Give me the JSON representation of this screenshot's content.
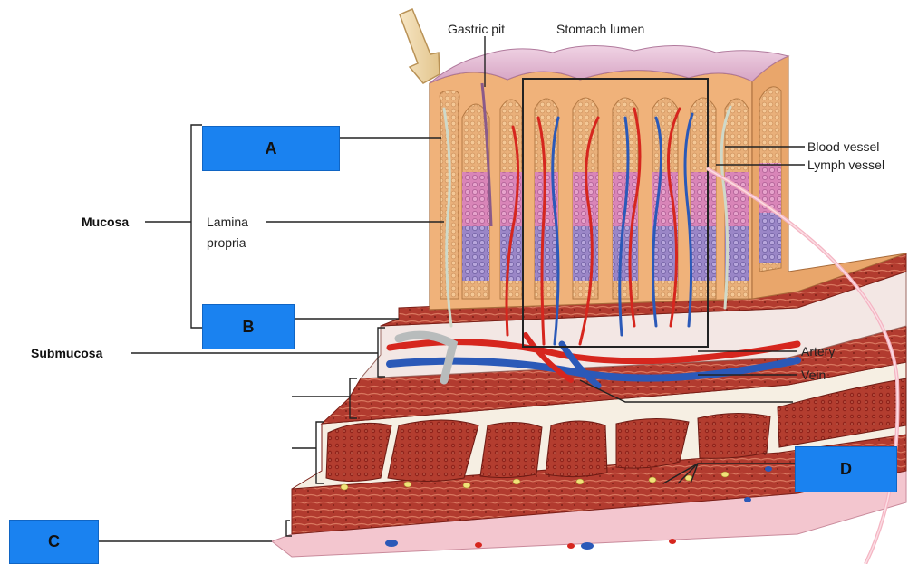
{
  "labels": {
    "gastric_pit": "Gastric pit",
    "stomach_lumen": "Stomach lumen",
    "blood_vessel": "Blood vessel",
    "lymph_vessel": "Lymph vessel",
    "mucosa": "Mucosa",
    "lamina_propria_line1": "Lamina",
    "lamina_propria_line2": "propria",
    "submucosa": "Submucosa",
    "artery": "Artery",
    "vein": "Vein"
  },
  "answer_boxes": [
    {
      "key": "A",
      "label": "A"
    },
    {
      "key": "B",
      "label": "B"
    },
    {
      "key": "C",
      "label": "C"
    },
    {
      "key": "D",
      "label": "D"
    }
  ],
  "colors": {
    "answer_box": "#1a82f0",
    "muscle": "#b83a2e",
    "mucosa_tissue": "#f0b27a",
    "artery": "#d6261e",
    "vein": "#2b59b8",
    "lumen": "#e8c3d8"
  }
}
